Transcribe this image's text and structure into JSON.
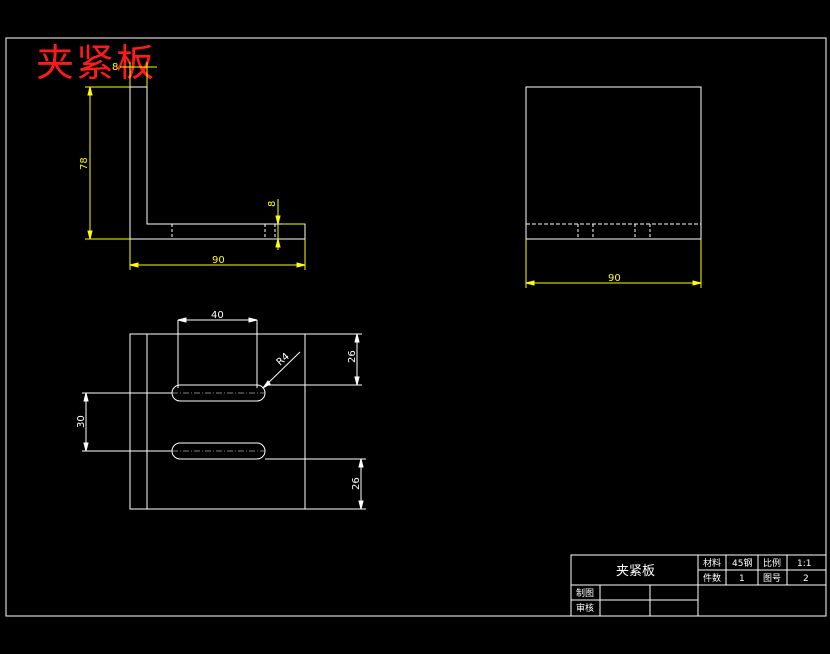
{
  "drawing": {
    "big_title": "夹紧板",
    "colors": {
      "outline": "#ffffff",
      "dimension": "#ffff00",
      "title": "#ff1a1a",
      "background": "#000000"
    },
    "views": {
      "front": {
        "dim_thickness_top": "8",
        "dim_height": "78",
        "dim_thickness_side": "8",
        "dim_length": "90"
      },
      "side": {
        "dim_length": "90"
      },
      "top": {
        "dim_slot_length": "40",
        "dim_radius": "R4",
        "dim_slot_spacing": "30",
        "dim_top_offset": "26",
        "dim_bottom_offset": "26"
      }
    },
    "title_block": {
      "part_name": "夹紧板",
      "material_label": "材料",
      "material_value": "45钢",
      "scale_label": "比例",
      "scale_value": "1:1",
      "quantity_label": "件数",
      "quantity_value": "1",
      "drawing_no_label": "图号",
      "drawing_no_value": "2",
      "drawn_by_label": "制图",
      "checked_by_label": "审核"
    }
  }
}
